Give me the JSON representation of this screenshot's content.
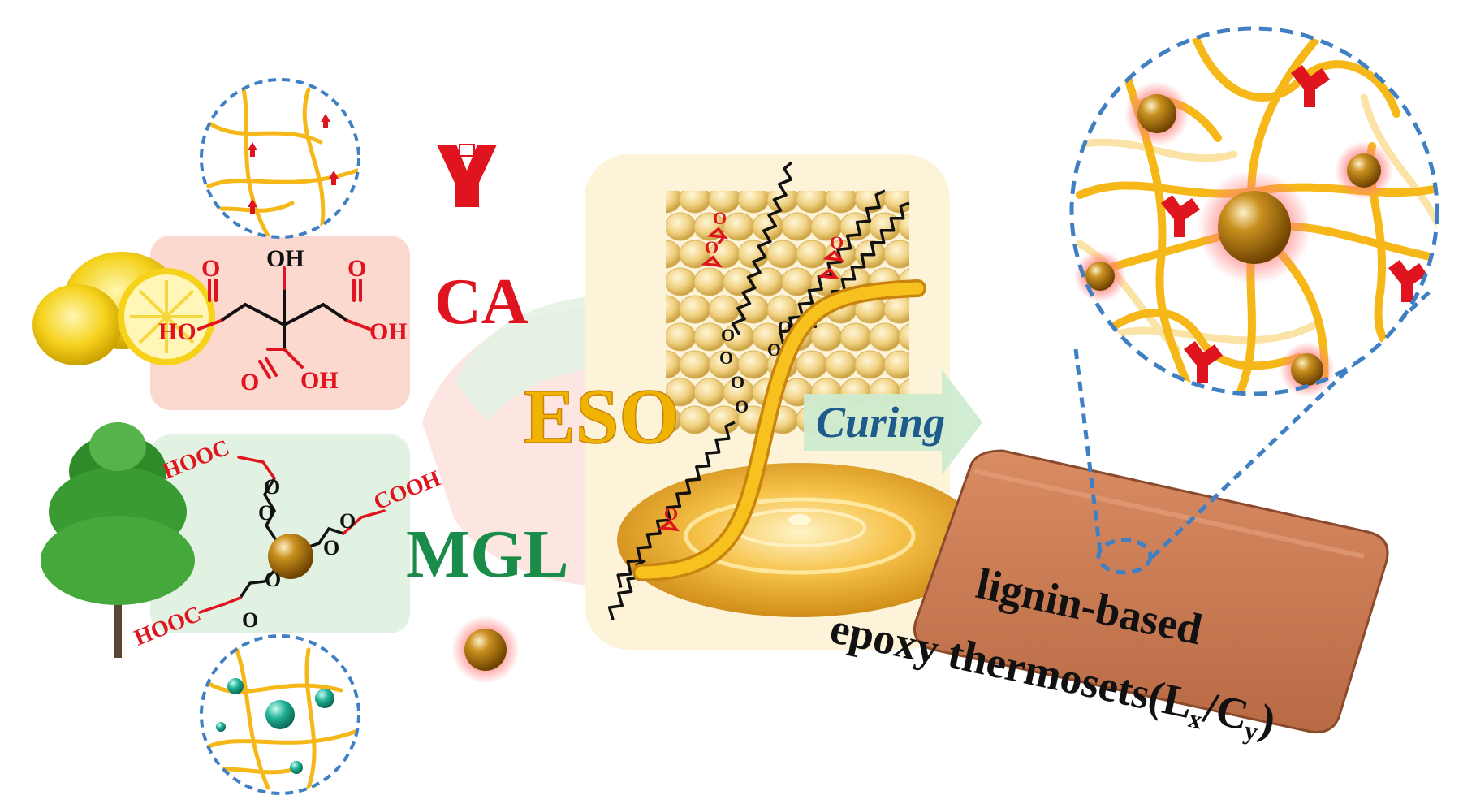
{
  "labels": {
    "ca": "CA",
    "mgl": "MGL",
    "eso": "ESO",
    "curing": "Curing",
    "product_line1": "lignin-based",
    "product_line2": "epoxy thermosets(",
    "product_sub_L": "L",
    "product_sub_x": "x",
    "product_slash": "/C",
    "product_sub_y": "y",
    "product_close": ")"
  },
  "citric_acid": {
    "oh_top": "OH",
    "o_left": "O",
    "o_right": "O",
    "ho_left": "HO",
    "oh_right": "OH",
    "o_bottom": "O",
    "oh_bottom": "OH"
  },
  "lignin": {
    "hooc_top": "HOOC",
    "cooh_right": "COOH",
    "hooc_bottom": "HOOC",
    "o": "O"
  },
  "eso_chain": {
    "o": "O"
  },
  "colors": {
    "ca_red": "#e0141e",
    "mgl_green": "#1a8c4a",
    "eso_gold": "#f0b400",
    "curing_blue": "#1e5a8c",
    "chain_yellow": "#f5b818",
    "circle_blue": "#3f7fc4",
    "lignin_bead": "#b07a1c",
    "teal_bead": "#1fae94",
    "slab": "#c97a55"
  }
}
